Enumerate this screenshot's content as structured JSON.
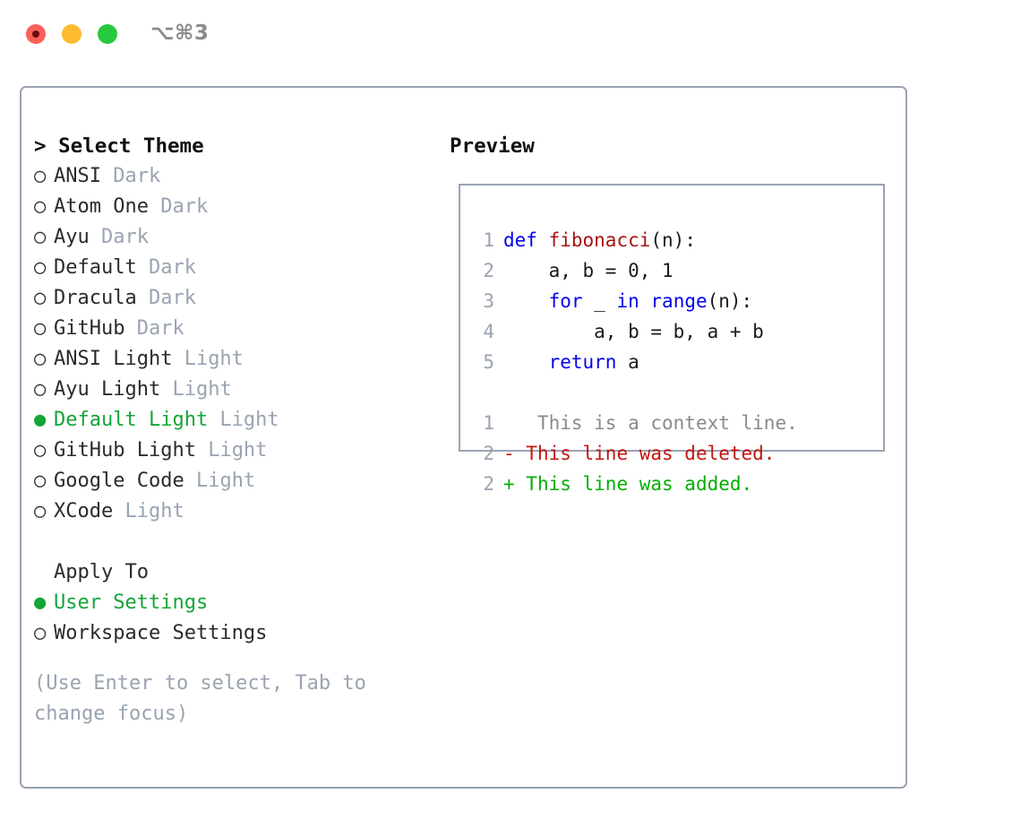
{
  "titlebar": {
    "shortcut": "⌥⌘3",
    "traffic_lights": [
      {
        "name": "close",
        "color": "#fc6058"
      },
      {
        "name": "minimize",
        "color": "#fdbc2f"
      },
      {
        "name": "maximize",
        "color": "#28c93e"
      }
    ]
  },
  "colors": {
    "selected_green": "#13a538",
    "muted_gray": "#9aa3b2",
    "border": "#99a3b4",
    "keyword_blue": "#0000ee",
    "function_red": "#a81111",
    "diff_delete_red": "#c4150f",
    "diff_add_green": "#03ad03"
  },
  "theme_picker": {
    "heading": "> Select Theme",
    "items": [
      {
        "bullet": "○",
        "name": "ANSI",
        "tag": "Dark",
        "selected": false
      },
      {
        "bullet": "○",
        "name": "Atom One",
        "tag": "Dark",
        "selected": false
      },
      {
        "bullet": "○",
        "name": "Ayu",
        "tag": "Dark",
        "selected": false
      },
      {
        "bullet": "○",
        "name": "Default",
        "tag": "Dark",
        "selected": false
      },
      {
        "bullet": "○",
        "name": "Dracula",
        "tag": "Dark",
        "selected": false
      },
      {
        "bullet": "○",
        "name": "GitHub",
        "tag": "Dark",
        "selected": false
      },
      {
        "bullet": "○",
        "name": "ANSI Light",
        "tag": "Light",
        "selected": false
      },
      {
        "bullet": "○",
        "name": "Ayu Light",
        "tag": "Light",
        "selected": false
      },
      {
        "bullet": "●",
        "name": "Default Light",
        "tag": "Light",
        "selected": true
      },
      {
        "bullet": "○",
        "name": "GitHub Light",
        "tag": "Light",
        "selected": false
      },
      {
        "bullet": "○",
        "name": "Google Code",
        "tag": "Light",
        "selected": false
      },
      {
        "bullet": "○",
        "name": "XCode",
        "tag": "Light",
        "selected": false
      }
    ]
  },
  "apply_to": {
    "heading": "Apply To",
    "items": [
      {
        "bullet": "●",
        "name": "User Settings",
        "selected": true
      },
      {
        "bullet": "○",
        "name": "Workspace Settings",
        "selected": false
      }
    ]
  },
  "hint": "(Use Enter to select, Tab to change focus)",
  "preview": {
    "title": "Preview",
    "code_lines": [
      {
        "number": "1",
        "tokens": [
          {
            "t": "def",
            "c": "kw"
          },
          {
            "t": " ",
            "c": "pl"
          },
          {
            "t": "fibonacci",
            "c": "fn"
          },
          {
            "t": "(n):",
            "c": "pl"
          }
        ]
      },
      {
        "number": "2",
        "tokens": [
          {
            "t": "    a, b = 0, 1",
            "c": "pl"
          }
        ]
      },
      {
        "number": "3",
        "tokens": [
          {
            "t": "    ",
            "c": "pl"
          },
          {
            "t": "for",
            "c": "kw"
          },
          {
            "t": " _ ",
            "c": "pl"
          },
          {
            "t": "in",
            "c": "kw"
          },
          {
            "t": " ",
            "c": "pl"
          },
          {
            "t": "range",
            "c": "kw"
          },
          {
            "t": "(n):",
            "c": "pl"
          }
        ]
      },
      {
        "number": "4",
        "tokens": [
          {
            "t": "        a, b = b, a + b",
            "c": "pl"
          }
        ]
      },
      {
        "number": "5",
        "tokens": [
          {
            "t": "    ",
            "c": "pl"
          },
          {
            "t": "return",
            "c": "kw"
          },
          {
            "t": " a",
            "c": "pl"
          }
        ]
      }
    ],
    "diff_lines": [
      {
        "number": "1",
        "marker": " ",
        "text": "  This is a context line.",
        "kind": "ctx"
      },
      {
        "number": "2",
        "marker": "-",
        "text": " This line was deleted.",
        "kind": "del"
      },
      {
        "number": "2",
        "marker": "+",
        "text": " This line was added.",
        "kind": "add"
      }
    ]
  }
}
